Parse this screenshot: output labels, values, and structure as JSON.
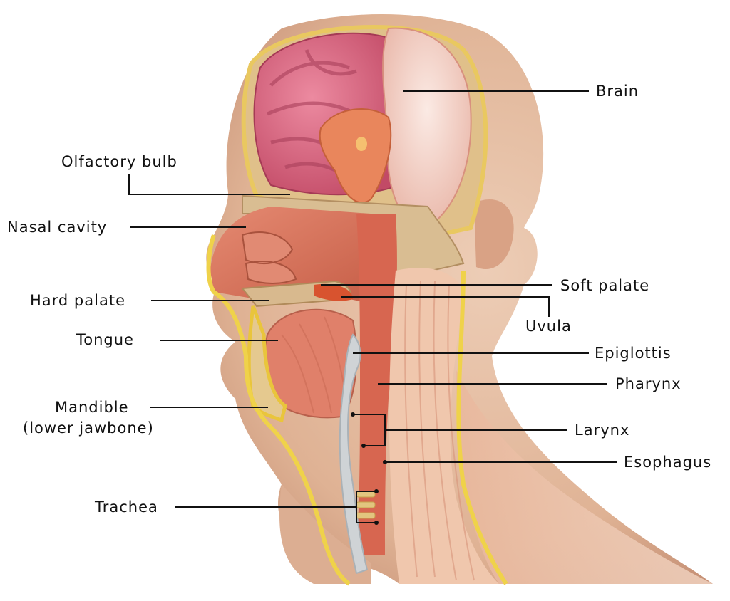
{
  "labels": {
    "brain": "Brain",
    "olfactory_bulb": "Olfactory bulb",
    "nasal_cavity": "Nasal cavity",
    "hard_palate": "Hard palate",
    "soft_palate": "Soft palate",
    "uvula": "Uvula",
    "tongue": "Tongue",
    "epiglottis": "Epiglottis",
    "pharynx": "Pharynx",
    "mandible_line1": "Mandible",
    "mandible_line2": "(lower jawbone)",
    "larynx": "Larynx",
    "esophagus": "Esophagus",
    "trachea": "Trachea"
  },
  "colors": {
    "skin": "#e6bfa4",
    "skin_shadow": "#c9997c",
    "brain_gyri": "#d8607a",
    "white_matter": "#f2d2c8",
    "muscle": "#d9735a",
    "bone": "#dcc29c",
    "fat": "#f0d24a",
    "cartilage": "#cfd3d6",
    "leader_line": "#111111"
  }
}
